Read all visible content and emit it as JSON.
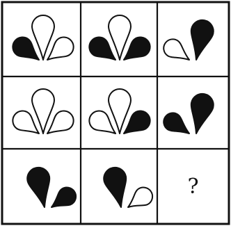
{
  "puzzle": {
    "rows": 3,
    "cols": 3,
    "cells": [
      {
        "petals": [
          {
            "kind": "left",
            "fill": "black"
          },
          {
            "kind": "center",
            "fill": "white"
          },
          {
            "kind": "right",
            "fill": "white"
          }
        ]
      },
      {
        "petals": [
          {
            "kind": "left",
            "fill": "black"
          },
          {
            "kind": "center",
            "fill": "white"
          },
          {
            "kind": "right",
            "fill": "black"
          }
        ]
      },
      {
        "petals": [
          {
            "kind": "left",
            "fill": "white"
          },
          {
            "kind": "center",
            "fill": "black"
          }
        ]
      },
      {
        "petals": [
          {
            "kind": "left",
            "fill": "white"
          },
          {
            "kind": "center",
            "fill": "white"
          },
          {
            "kind": "right",
            "fill": "white"
          }
        ]
      },
      {
        "petals": [
          {
            "kind": "left",
            "fill": "white"
          },
          {
            "kind": "center",
            "fill": "white"
          },
          {
            "kind": "right",
            "fill": "black"
          }
        ]
      },
      {
        "petals": [
          {
            "kind": "left",
            "fill": "black"
          },
          {
            "kind": "center",
            "fill": "black"
          }
        ]
      },
      {
        "petals": [
          {
            "kind": "center",
            "fill": "black"
          },
          {
            "kind": "right",
            "fill": "black"
          }
        ]
      },
      {
        "petals": [
          {
            "kind": "center",
            "fill": "black"
          },
          {
            "kind": "right",
            "fill": "white"
          }
        ]
      },
      {
        "question": "?"
      }
    ]
  },
  "colors": {
    "black": "#111111",
    "white": "#ffffff",
    "stroke": "#111111"
  }
}
